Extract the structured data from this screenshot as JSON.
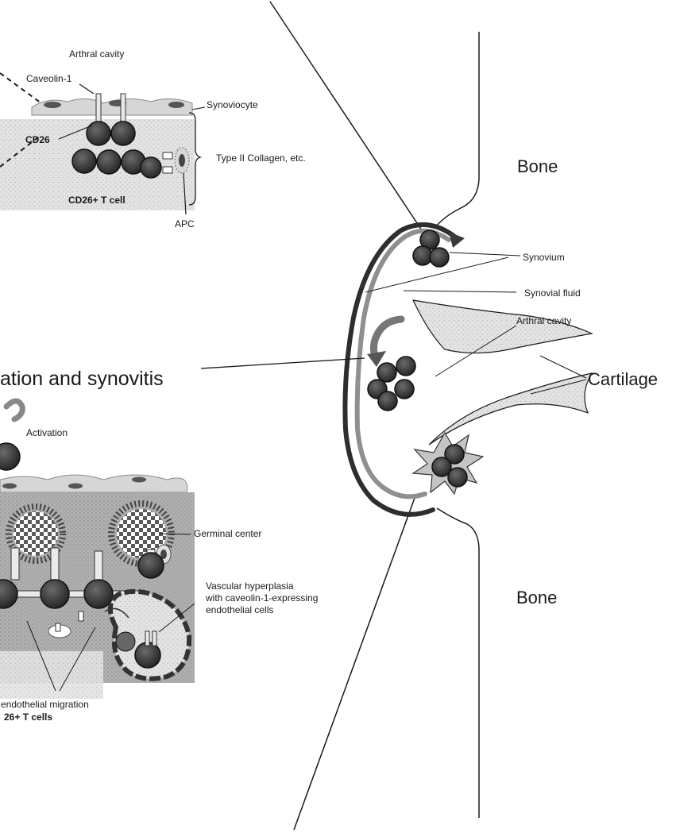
{
  "labels": {
    "arthral_cavity_top": "Arthral cavity",
    "caveolin": "Caveolin-1",
    "synoviocyte": "Synoviocyte",
    "cd26": "CD26",
    "collagen": "Type II Collagen, etc.",
    "cd26_t_cell": "CD26+ T cell",
    "apc": "APC",
    "bone_top": "Bone",
    "synovium": "Synovium",
    "synovial_fluid": "Synovial fluid",
    "arthral_cavity_right": "Arthral cavity",
    "cartilage": "Cartilage",
    "inflammation_title": "ation and synovitis",
    "activation": "Activation",
    "germinal_center": "Germinal center",
    "vascular_line1": "Vascular hyperplasia",
    "vascular_line2": "with caveolin-1-expressing",
    "vascular_line3": "endothelial cells",
    "bone_bottom": "Bone",
    "migration_line1": "endothelial migration",
    "migration_line2": "26+ T cells"
  },
  "colors": {
    "cell_dark": "#3a3a3a",
    "membrane_gray": "#9a9a9a",
    "tissue_stipple": "#d9d9d9",
    "tissue_dark": "#a8a8a8",
    "line": "#1a1a1a"
  }
}
